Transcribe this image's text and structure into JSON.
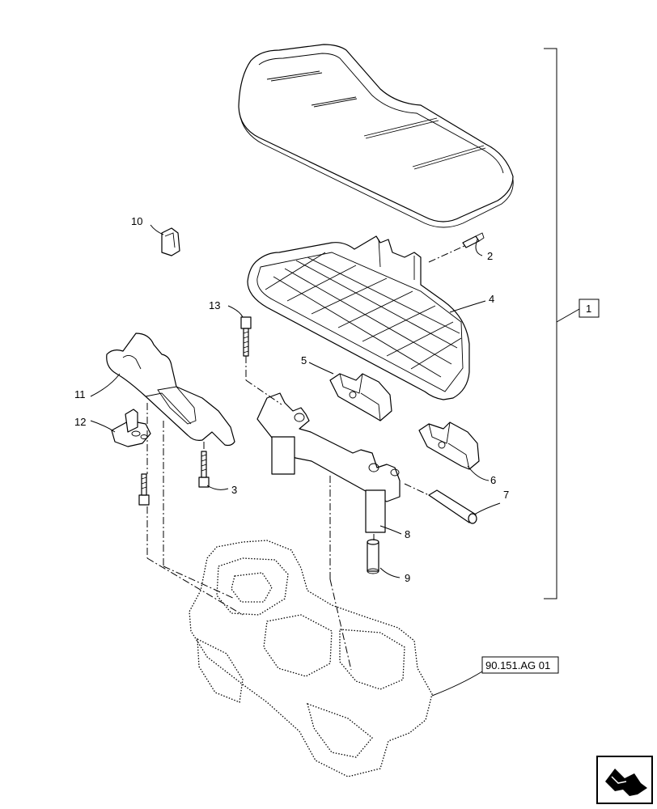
{
  "callouts": {
    "c1": "1",
    "c2": "2",
    "c3": "3",
    "c4": "4",
    "c5": "5",
    "c6": "6",
    "c7": "7",
    "c8": "8",
    "c9": "9",
    "c10": "10",
    "c11": "11",
    "c12": "12",
    "c13": "13"
  },
  "reference": {
    "label": "90.151.AG 01"
  },
  "nav": {
    "icon": "next-page-arrow-icon"
  }
}
